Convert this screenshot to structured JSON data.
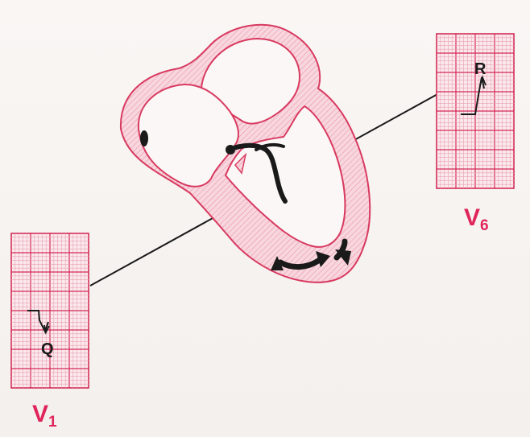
{
  "colors": {
    "tissue_fill": "#f6c9d3",
    "tissue_stroke": "#d83a60",
    "grid": "#d42a55",
    "ink": "#1a1a1a",
    "label": "#e0245a"
  },
  "leads": {
    "v1": {
      "label_main": "V",
      "label_sub": "1",
      "wave_label": "Q"
    },
    "v6": {
      "label_main": "V",
      "label_sub": "6",
      "wave_label": "R"
    }
  },
  "icons": {
    "depolarization_arrows": "curved-arrow-icon",
    "sa_node": "dot-icon"
  }
}
